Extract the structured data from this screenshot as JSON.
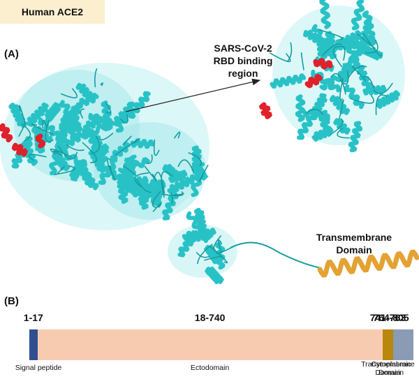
{
  "title": "Human ACE2",
  "panels": {
    "a": "(A)",
    "b": "(B)"
  },
  "callouts": {
    "rbd": "SARS-CoV-2 RBD binding region",
    "transmembrane": "Transmembrane Domain"
  },
  "colors": {
    "helix": "#28c2c6",
    "helix_dark": "#169ca1",
    "binding": "#e0202a",
    "tm_helix": "#e3a233",
    "title_bg": "#fbefcf"
  },
  "domains": [
    {
      "range": "1-17",
      "name": "Signal peptide",
      "start": 1,
      "end": 17,
      "color": "#2f4f91"
    },
    {
      "range": "18-740",
      "name": "Ectodomain",
      "start": 18,
      "end": 740,
      "color": "#f7cbb0"
    },
    {
      "range": "741-763",
      "name": "Transmembrane Domain",
      "start": 741,
      "end": 763,
      "color": "#b8870c"
    },
    {
      "range": "764-805",
      "name": "Cytoplasmic Domain",
      "start": 764,
      "end": 805,
      "color": "#8a9bb5"
    }
  ]
}
